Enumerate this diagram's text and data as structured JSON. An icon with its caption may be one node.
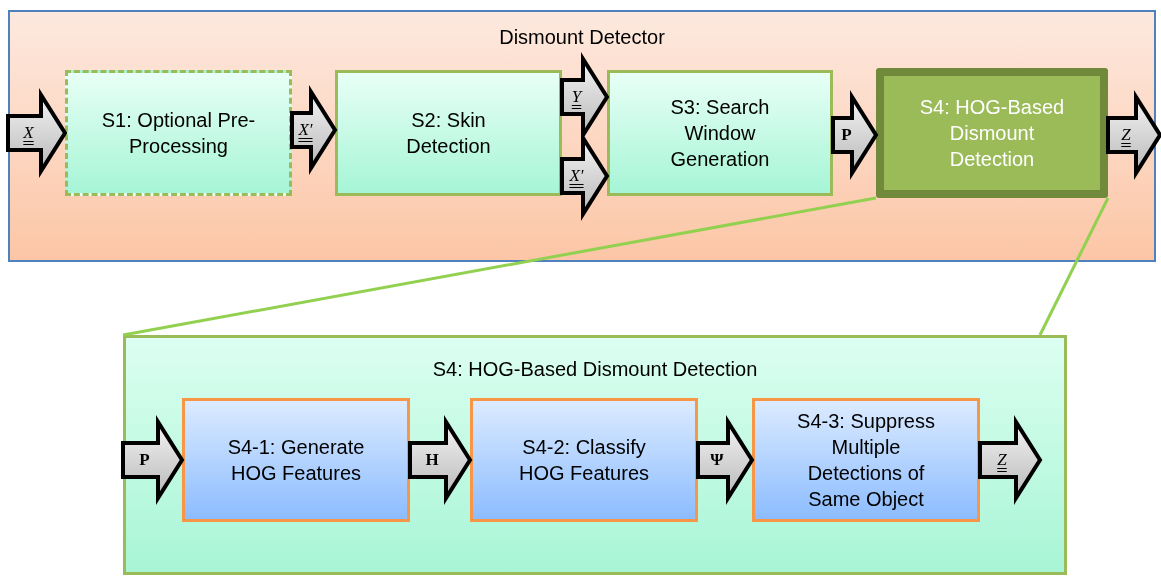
{
  "diagram": {
    "nodes": [
      {
        "text": [
          "Dismount Detector"
        ]
      },
      {
        "text": [
          "S1: Optional Pre-Processing"
        ],
        "in": 0
      },
      {
        "text": [
          "S2: Skin Detection"
        ],
        "in": 0
      },
      {
        "text": [
          "S3: Search Window Generation"
        ],
        "in": 0
      },
      {
        "text": [
          "S4: HOG-Based Dismount Detection"
        ],
        "in": 0
      },
      {
        "text": [
          "S4: HOG-Based Dismount Detection"
        ]
      },
      {
        "text": [
          "S4-1: Generate HOG Features"
        ],
        "in": 5
      },
      {
        "text": [
          "S4-2: Classify HOG Features"
        ],
        "in": 5
      },
      {
        "text": [
          "S4-3: Suppress Multiple Detections of Same Object"
        ],
        "in": 5
      }
    ],
    "edges": [
      {
        "from": null,
        "to": 1,
        "arrow": "to",
        "label": "X"
      },
      {
        "from": 1,
        "to": 2,
        "arrow": "to",
        "label": "X′"
      },
      {
        "from": 2,
        "to": 3,
        "arrow": "to",
        "label": "Y"
      },
      {
        "from": 2,
        "to": 3,
        "arrow": "to",
        "label": "X′"
      },
      {
        "from": 3,
        "to": 4,
        "arrow": "to",
        "label": "P"
      },
      {
        "from": 4,
        "to": null,
        "arrow": "to",
        "label": "Z"
      },
      {
        "from": 4,
        "to": 5,
        "arrow": "none",
        "color": "#92d050"
      },
      {
        "from": 4,
        "to": 5,
        "arrow": "none",
        "color": "#92d050"
      },
      {
        "from": null,
        "to": 6,
        "arrow": "to",
        "label": "P"
      },
      {
        "from": 6,
        "to": 7,
        "arrow": "to",
        "label": "H"
      },
      {
        "from": 7,
        "to": 8,
        "arrow": "to",
        "label": "Ψ"
      },
      {
        "from": 8,
        "to": null,
        "arrow": "to",
        "label": "Z"
      }
    ]
  }
}
